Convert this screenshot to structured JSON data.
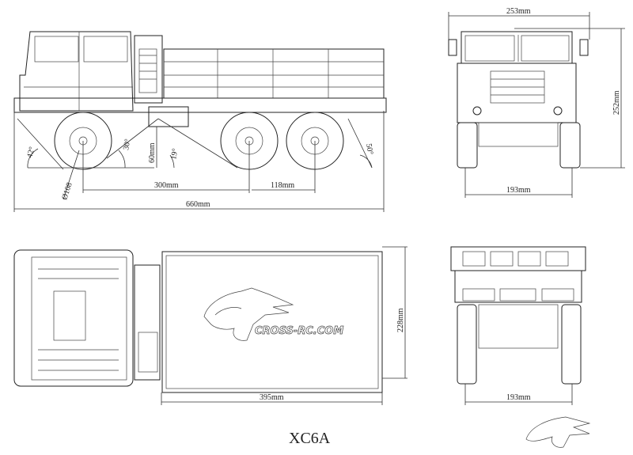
{
  "title": "XC6A",
  "brand": "CROSS-RC.COM",
  "side_view": {
    "wheelbase": "300mm",
    "axle_spacing": "118mm",
    "overall_length": "660mm",
    "wheel_diameter": "Ø108",
    "approach_angle": "42°",
    "breakover_angle_front": "30°",
    "ground_clearance": "60mm",
    "breakover_angle_rear": "19°",
    "departure_angle": "50°"
  },
  "front_view": {
    "width": "253mm",
    "height": "252mm",
    "track": "193mm"
  },
  "top_view": {
    "bed_width": "228mm",
    "bed_length": "395mm"
  },
  "rear_view": {
    "track": "193mm"
  }
}
